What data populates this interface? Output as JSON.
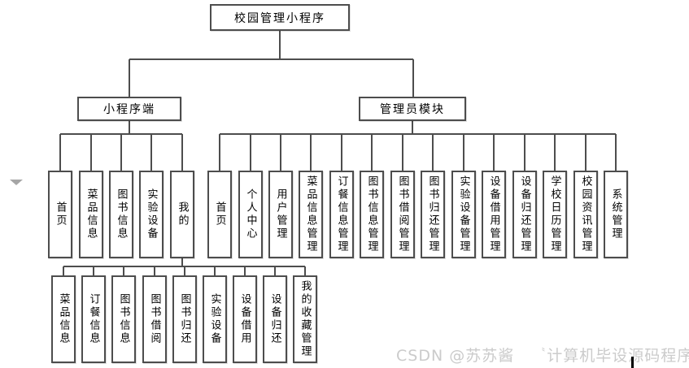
{
  "diagram": {
    "root": {
      "label": "校园管理小程序"
    },
    "branches": [
      {
        "label": "小程序端",
        "children": [
          "首页",
          "菜品信息",
          "图书信息",
          "实验设备",
          "我的"
        ]
      },
      {
        "label": "管理员模块",
        "children": [
          "首页",
          "个人中心",
          "用户管理",
          "菜品信息管理",
          "订餐信息管理",
          "图书信息管理",
          "图书借阅管理",
          "图书归还管理",
          "实验设备管理",
          "设备借用管理",
          "设备归还管理",
          "学校日历管理",
          "校园资讯管理",
          "系统管理"
        ]
      }
    ],
    "mine_children": [
      "菜品信息",
      "订餐信息",
      "图书信息",
      "图书借阅",
      "图书归还",
      "实验设备",
      "设备借用",
      "设备归还",
      "我的收藏管理"
    ]
  },
  "watermark": {
    "author": "CSDN @苏苏酱",
    "tick": "〝",
    "text": "计算机毕设源码程序"
  },
  "colors": {
    "box_border": "#4d4d4d",
    "connector_line": "#4d4d4d",
    "watermark_text": "#cbcbcb",
    "background": "#ffffff"
  }
}
